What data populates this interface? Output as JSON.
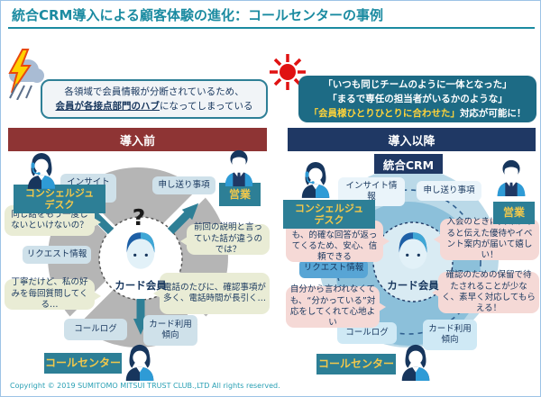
{
  "title": "統合CRM導入による顧客体験の進化：コールセンターの事例",
  "footer": "Copyright © 2019 SUMITOMO MITSUI TRUST CLUB.,LTD All rights reserved.",
  "colors": {
    "accent_teal": "#1b8ba1",
    "before_header_bg": "#8e3434",
    "after_header_bg": "#1f3864",
    "dept_label_bg": "#2d7f96",
    "dept_label_text": "#f2c84b",
    "bubble_before": "#e9ecd5",
    "bubble_after": "#f5d9d6",
    "note_after_bg": "#1d6b85",
    "highlight_yellow": "#ffd43a"
  },
  "before": {
    "header": "導入前",
    "note_line1": "各領域で会員情報が分断されているため、",
    "note_emphasis": "会員が各接点部門のハブ",
    "note_line2_rest": "になってしまっている",
    "labels": {
      "concierge_l1": "コンシェルジュ",
      "concierge_l2": "デスク",
      "sales": "営業",
      "call_center": "コールセンター"
    },
    "boxes": {
      "insight": "インサイト情報",
      "handover": "申し送り事項",
      "request": "リクエスト情報",
      "call_log": "コールログ",
      "card_usage": "カード利用傾向"
    },
    "center": {
      "mark": "?",
      "label": "カード会員"
    },
    "bubbles": [
      "同じ話をもう一度しないといけないの？",
      "前回の説明と言っていた話が違うのでは？",
      "丁寧だけど、私の好みを毎回質問してくる…",
      "電話のたびに、確認事項が多く、電話時間が長引く…"
    ]
  },
  "after": {
    "header": "導入以降",
    "crm_label": "統合CRM",
    "note_line1": "「いつも同じチームのように一体となった」",
    "note_line2": "「まるで専任の担当者がいるかのような」",
    "note_line3_emphasis": "「会員様ひとりひとりに合わせた」",
    "note_line3_rest": "対応が可能に！",
    "labels": {
      "concierge_l1": "コンシェルジュ",
      "concierge_l2": "デスク",
      "sales": "営業",
      "call_center": "コールセンター"
    },
    "boxes": {
      "insight": "インサイト情報",
      "handover": "申し送り事項",
      "request": "リクエスト情報",
      "call_log": "コールログ",
      "card_usage": "カード利用傾向"
    },
    "center": {
      "label": "カード会員"
    },
    "bubbles": [
      "いつ誰に何を聞いても、的確な回答が返ってくるため、安心、信頼できる",
      "入会のときに興味があると伝えた優待やイベント案内が届いて嬉しい！",
      "自分から言われなくても、“分かっている”対応をしてくれて心地よい",
      "確認のための保留で待たされることが少なく、素早く対応してもらえる！"
    ]
  }
}
